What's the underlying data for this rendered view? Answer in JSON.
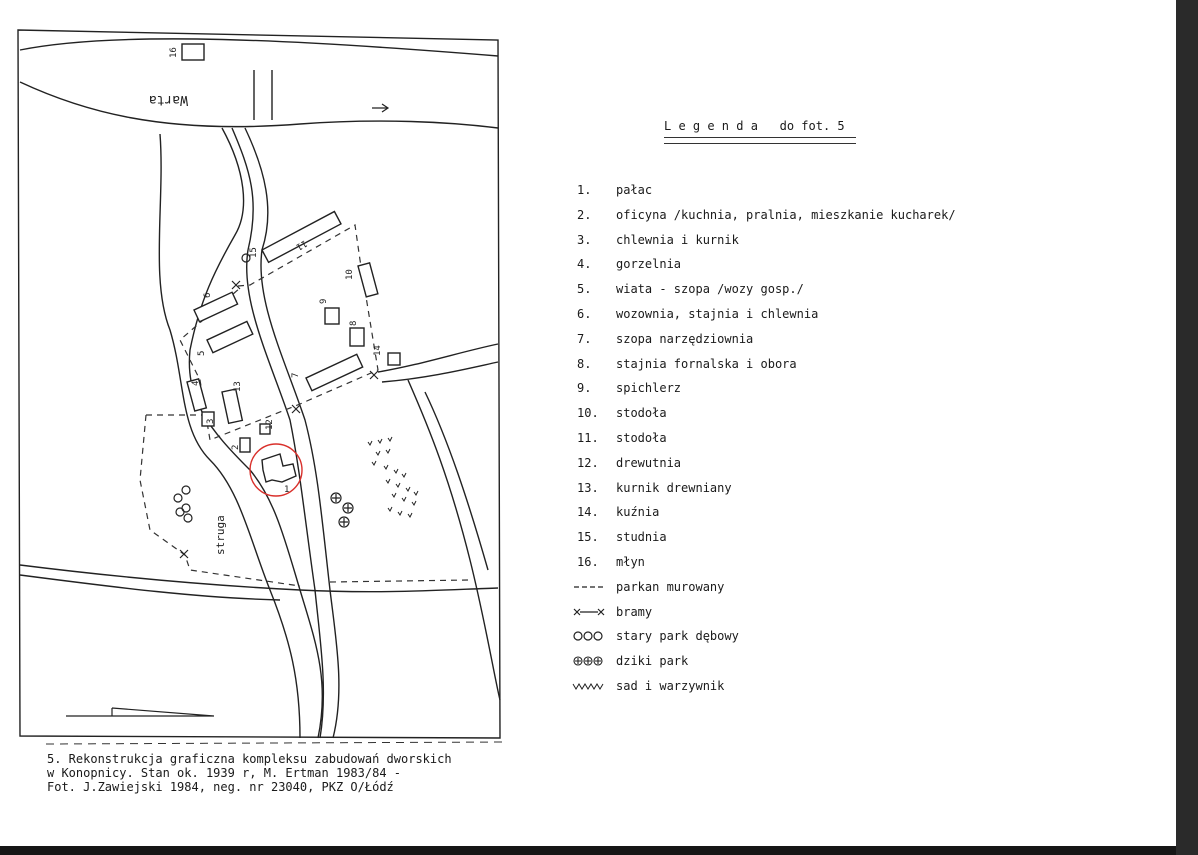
{
  "legend": {
    "title": "L e g e n d a   do fot. 5",
    "items": [
      {
        "num": "1.",
        "text": "pałac"
      },
      {
        "num": "2.",
        "text": "oficyna /kuchnia, pralnia, mieszkanie kucharek/"
      },
      {
        "num": "3.",
        "text": "chlewnia i kurnik"
      },
      {
        "num": "4.",
        "text": "gorzelnia"
      },
      {
        "num": "5.",
        "text": "wiata - szopa /wozy gosp./"
      },
      {
        "num": "6.",
        "text": "wozownia, stajnia i chlewnia"
      },
      {
        "num": "7.",
        "text": "szopa narzędziownia"
      },
      {
        "num": "8.",
        "text": "stajnia fornalska i obora"
      },
      {
        "num": "9.",
        "text": "spichlerz"
      },
      {
        "num": "10.",
        "text": "stodoła"
      },
      {
        "num": "11.",
        "text": "stodoła"
      },
      {
        "num": "12.",
        "text": "drewutnia"
      },
      {
        "num": "13.",
        "text": "kurnik drewniany"
      },
      {
        "num": "14.",
        "text": "kuźnia"
      },
      {
        "num": "15.",
        "text": "studnia"
      },
      {
        "num": "16.",
        "text": "młyn"
      }
    ],
    "symbols": [
      {
        "symbol": "dashed-line",
        "text": "parkan murowany"
      },
      {
        "symbol": "cross-line",
        "text": "bramy"
      },
      {
        "symbol": "circles",
        "text": "stary park dębowy"
      },
      {
        "symbol": "crossed-circles",
        "text": "dziki park"
      },
      {
        "symbol": "check-marks",
        "text": "sad i warzywnik"
      }
    ]
  },
  "map": {
    "river_label": "Warta",
    "stream_label": "struga",
    "building_numbers": [
      "1",
      "2",
      "3",
      "4",
      "5",
      "6",
      "7",
      "8",
      "9",
      "10",
      "11",
      "12",
      "13",
      "14",
      "15",
      "16"
    ],
    "highlight_color": "#d9302b"
  },
  "caption": {
    "line1": "5. Rekonstrukcja graficzna kompleksu zabudowań dworskich",
    "line2": "w Konopnicy. Stan ok. 1939 r, M. Ertman 1983/84 -",
    "line3": "Fot. J.Zawiejski 1984, neg. nr 23040, PKZ O/Łódź"
  }
}
